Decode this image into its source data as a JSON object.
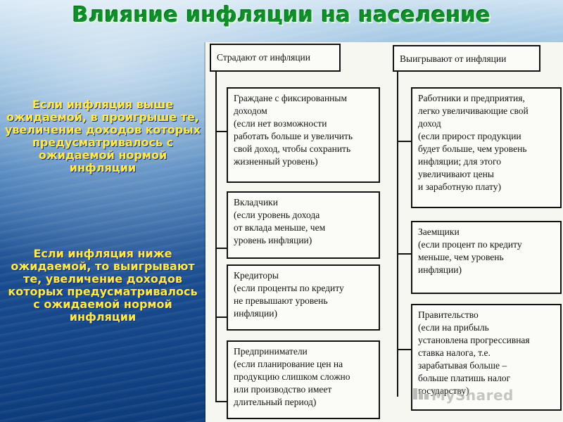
{
  "slide": {
    "title": "Влияние инфляции на население",
    "left_text_1": "Если инфляция выше ожидаемой, в проигрыше те, увеличение доходов которых предусматривалось с ожидаемой нормой инфляции",
    "left_text_2": "Если инфляция ниже ожидаемой, то выигрывают те, увеличение доходов которых предусматривалось с ожидаемой нормой инфляции",
    "watermark": "MyShared",
    "colors": {
      "title": "#0f8f2b",
      "left_text": "#ffe94a",
      "panel": "#f7f7f2"
    }
  },
  "diagram": {
    "left_header": "Страдают от инфляции",
    "right_header": "Выигрывают от инфляции",
    "left_items": [
      "Граждане с фиксированным\nдоходом\n(если нет возможности\nработать больше и увеличить\nсвой доход, чтобы сохранить\nжизненный уровень)",
      "Вкладчики\n(если уровень дохода\nот вклада меньше, чем\nуровень инфляции)",
      "Кредиторы\n(если проценты по кредиту\n не превышают уровень\nинфляции)",
      "Предприниматели\n(если планирование цен на\nпродукцию слишком сложно\nили производство имеет\nдлительный период)"
    ],
    "right_items": [
      "Работники и предприятия,\nлегко увеличивающие свой\nдоход\n(если прирост продукции\nбудет больше, чем уровень\nинфляции; для этого\nувеличивают цены\nи заработную плату)",
      "Заемщики\n(если процент по кредиту\nменьше, чем уровень\nинфляции)",
      "Правительство\n(если на прибыль\nустановлена прогрессивная\nставка налога, т.е.\nзарабатывая больше –\nбольше платишь налог\nгосударству)"
    ]
  }
}
